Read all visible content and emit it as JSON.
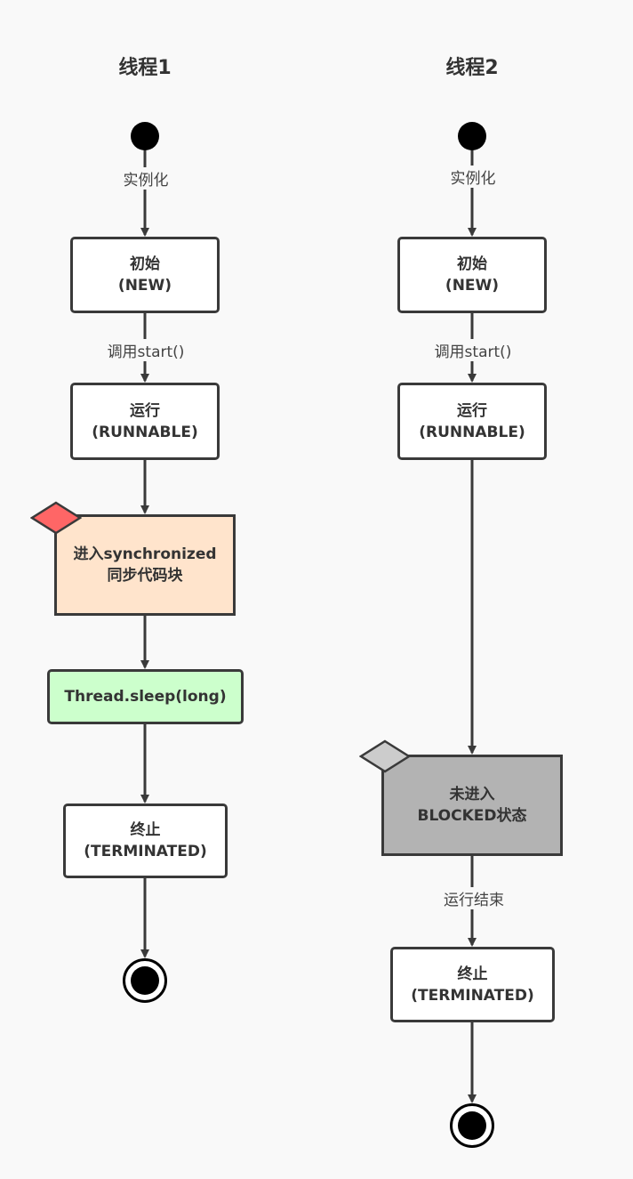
{
  "columns": [
    {
      "title": "线程1",
      "edge_labels": {
        "instantiate": "实例化",
        "call_start": "调用start()"
      },
      "nodes": {
        "new_line1": "初始",
        "new_line2": "(NEW)",
        "runnable_line1": "运行",
        "runnable_line2": "(RUNNABLE)",
        "sync_line1": "进入synchronized",
        "sync_line2": "同步代码块",
        "sleep": "Thread.sleep(long)",
        "terminated_line1": "终止",
        "terminated_line2": "(TERMINATED)"
      }
    },
    {
      "title": "线程2",
      "edge_labels": {
        "instantiate": "实例化",
        "call_start": "调用start()",
        "run_end": "运行结束"
      },
      "nodes": {
        "new_line1": "初始",
        "new_line2": "(NEW)",
        "runnable_line1": "运行",
        "runnable_line2": "(RUNNABLE)",
        "blocked_line1": "未进入",
        "blocked_line2": "BLOCKED状态",
        "terminated_line1": "终止",
        "terminated_line2": "(TERMINATED)"
      }
    }
  ],
  "colors": {
    "sync_fill": "#ffe4cc",
    "sleep_fill": "#ccffcc",
    "blocked_fill": "#b3b3b3",
    "sync_marker": "#ff6666",
    "blocked_marker": "#cccccc",
    "line": "#3a3a3a"
  }
}
